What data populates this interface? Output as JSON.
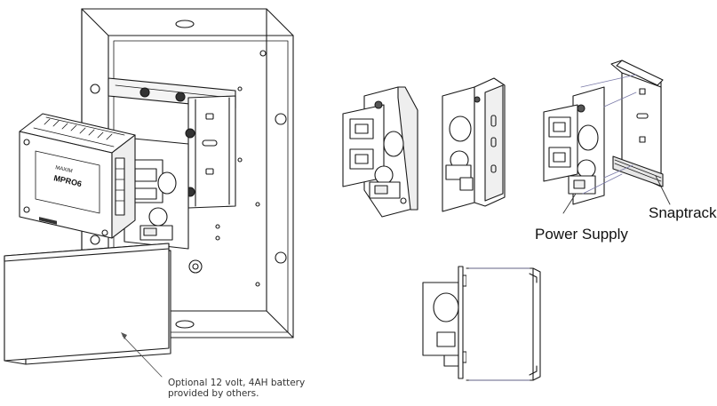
{
  "labels": {
    "power_supply": "Power Supply",
    "snaptrack": "Snaptrack",
    "battery_note_line1": "Optional 12 volt, 4AH battery",
    "battery_note_line2": "provided by others.",
    "controller_brand": "MAXIM",
    "controller_model": "MPRO6"
  },
  "colors": {
    "line": "#1a1a1a",
    "fill": "#ffffff",
    "shade": "#d9d9d9",
    "leader": "#7a7aa8"
  }
}
